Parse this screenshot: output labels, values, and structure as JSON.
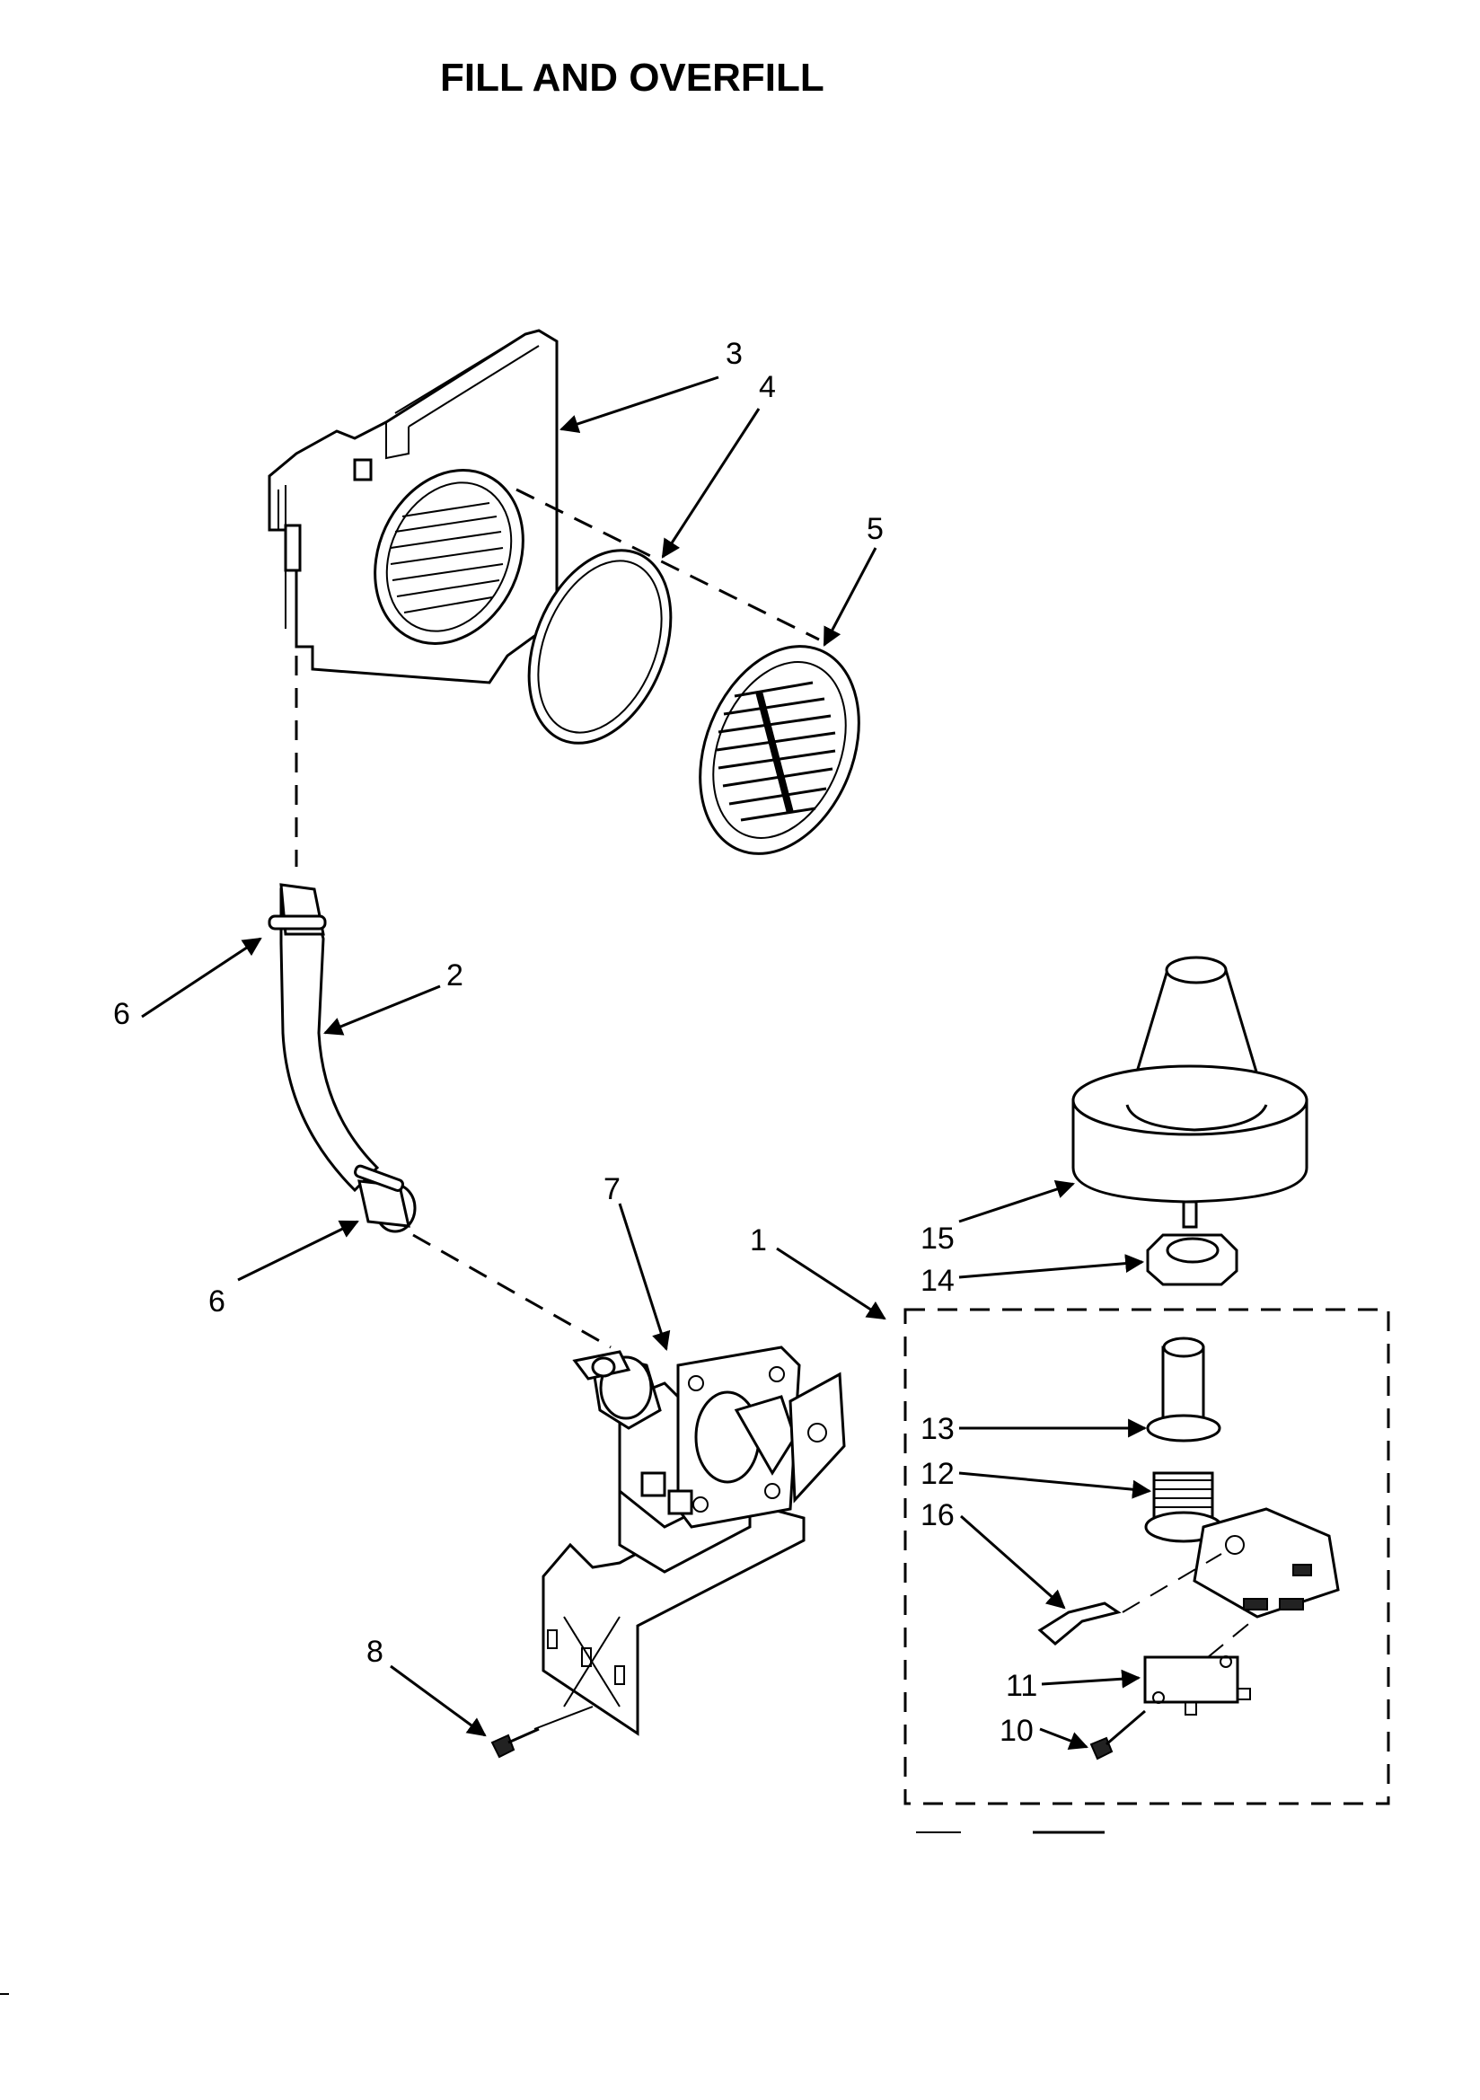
{
  "title": "FILL AND OVERFILL",
  "callouts": {
    "c1": "1",
    "c2": "2",
    "c3": "3",
    "c4": "4",
    "c5": "5",
    "c6a": "6",
    "c6b": "6",
    "c7": "7",
    "c8": "8",
    "c10": "10",
    "c11": "11",
    "c12": "12",
    "c13": "13",
    "c14": "14",
    "c15": "15",
    "c16": "16"
  }
}
